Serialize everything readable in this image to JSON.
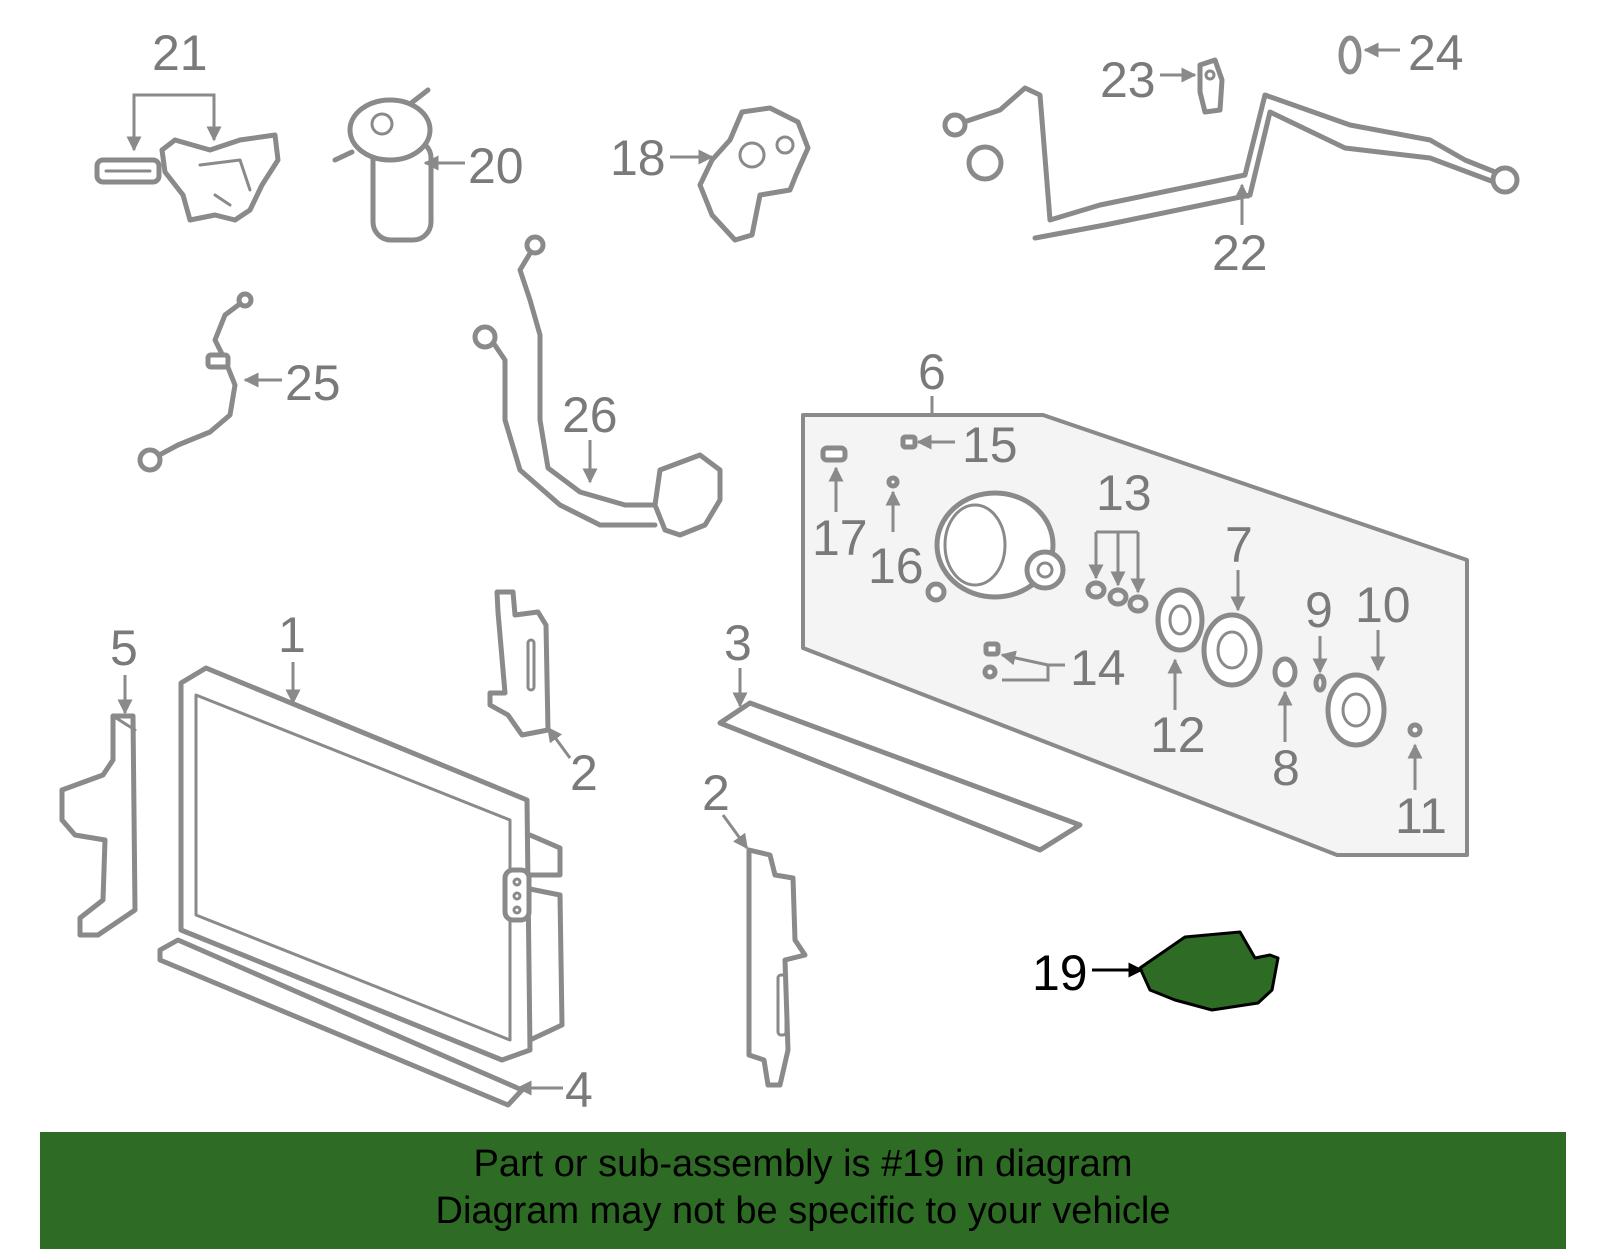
{
  "diagram": {
    "highlight_color": "#2e6b25",
    "line_color": "#8a8a8a",
    "callouts": {
      "c1": "1",
      "c2a": "2",
      "c2b": "2",
      "c3": "3",
      "c4": "4",
      "c5": "5",
      "c6": "6",
      "c7": "7",
      "c8": "8",
      "c9": "9",
      "c10": "10",
      "c11": "11",
      "c12": "12",
      "c13": "13",
      "c14": "14",
      "c15": "15",
      "c16": "16",
      "c17": "17",
      "c18": "18",
      "c19": "19",
      "c20": "20",
      "c21": "21",
      "c22": "22",
      "c23": "23",
      "c24": "24",
      "c25": "25",
      "c26": "26"
    }
  },
  "banner": {
    "line1": "Part or sub-assembly is #19 in diagram",
    "line2": "Diagram may not be specific to your vehicle",
    "background": "#2e6b25"
  }
}
